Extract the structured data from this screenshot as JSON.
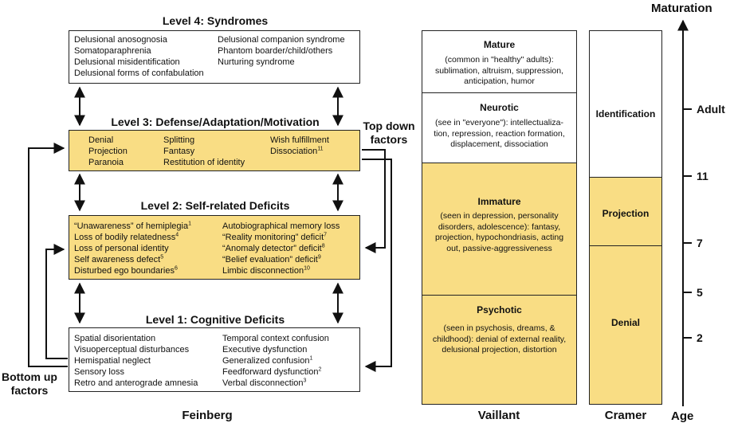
{
  "feinberg": {
    "column_label": "Feinberg",
    "level4": {
      "title": "Level 4: Syndromes",
      "col1": [
        "Delusional anosognosia",
        "Somatoparaphrenia",
        "Delusional misidentification",
        "Delusional forms of confabulation"
      ],
      "col2": [
        "Delusional companion syndrome",
        "Phantom boarder/child/others",
        "Nurturing syndrome"
      ]
    },
    "level3": {
      "title": "Level 3: Defense/Adaptation/Motivation",
      "col1": [
        "Denial",
        "Projection",
        "Paranoia"
      ],
      "col2": [
        "Splitting",
        "Fantasy",
        "Restitution of identity"
      ],
      "col3": [
        {
          "text": "Wish fulfillment",
          "sup": ""
        },
        {
          "text": "Dissociation",
          "sup": "11"
        }
      ]
    },
    "level2": {
      "title": "Level 2: Self-related Deficits",
      "col1": [
        {
          "text": "“Unawareness” of hemiplegia",
          "sup": "1"
        },
        {
          "text": "Loss of bodily relatedness",
          "sup": "4"
        },
        {
          "text": "Loss of personal identity",
          "sup": ""
        },
        {
          "text": "Self awareness defect",
          "sup": "5"
        },
        {
          "text": "Disturbed ego boundaries",
          "sup": "6"
        }
      ],
      "col2": [
        {
          "text": "Autobiographical memory loss",
          "sup": ""
        },
        {
          "text": "“Reality monitoring” deficit",
          "sup": "7"
        },
        {
          "text": "“Anomaly detector” deficit",
          "sup": "8"
        },
        {
          "text": "“Belief evaluation” deficit",
          "sup": "9"
        },
        {
          "text": "Limbic disconnection",
          "sup": "10"
        }
      ]
    },
    "level1": {
      "title": "Level 1: Cognitive Deficits",
      "col1": [
        {
          "text": "Spatial disorientation",
          "sup": ""
        },
        {
          "text": "Visuoperceptual disturbances",
          "sup": ""
        },
        {
          "text": "Hemispatial neglect",
          "sup": ""
        },
        {
          "text": "Sensory loss",
          "sup": ""
        },
        {
          "text": "Retro and anterograde amnesia",
          "sup": ""
        }
      ],
      "col2": [
        {
          "text": "Temporal context confusion",
          "sup": ""
        },
        {
          "text": "Executive dysfunction",
          "sup": ""
        },
        {
          "text": "Generalized confusion",
          "sup": "1"
        },
        {
          "text": "Feedforward dysfunction",
          "sup": "2"
        },
        {
          "text": "Verbal disconnection",
          "sup": "3"
        }
      ]
    },
    "top_down": [
      "Top down",
      "factors"
    ],
    "bottom_up": [
      "Bottom up",
      "factors"
    ]
  },
  "vaillant": {
    "column_label": "Vaillant",
    "boxes": [
      {
        "title": "Mature",
        "desc": [
          "(common in \"healthy\" adults):",
          "sublimation, altruism, suppression,",
          "anticipation, humor"
        ],
        "color": "#ffffff"
      },
      {
        "title": "Neurotic",
        "desc": [
          "(see in \"everyone\"): intellectualiza-",
          "tion, repression, reaction formation,",
          "displacement, dissociation"
        ],
        "color": "#ffffff"
      },
      {
        "title": "Immature",
        "desc": [
          "(seen in depression, personality",
          "disorders, adolescence): fantasy,",
          "projection, hypochondriasis, acting",
          "out, passive-aggressiveness"
        ],
        "color": "#f9dd84"
      },
      {
        "title": "Psychotic",
        "desc": [
          "(seen in psychosis, dreams, &",
          "childhood): denial of external reality,",
          "delusional projection, distortion"
        ],
        "color": "#f9dd84"
      }
    ]
  },
  "cramer": {
    "column_label": "Cramer",
    "boxes": [
      {
        "title": "Identification",
        "color": "#ffffff"
      },
      {
        "title": "Projection",
        "color": "#f9dd84"
      },
      {
        "title": "Denial",
        "color": "#f9dd84"
      }
    ]
  },
  "axis": {
    "top_label": "Maturation",
    "bottom_label": "Age",
    "ticks": [
      "Adult",
      "11",
      "7",
      "5",
      "2"
    ]
  },
  "colors": {
    "highlight": "#f9dd84",
    "line": "#222222"
  }
}
